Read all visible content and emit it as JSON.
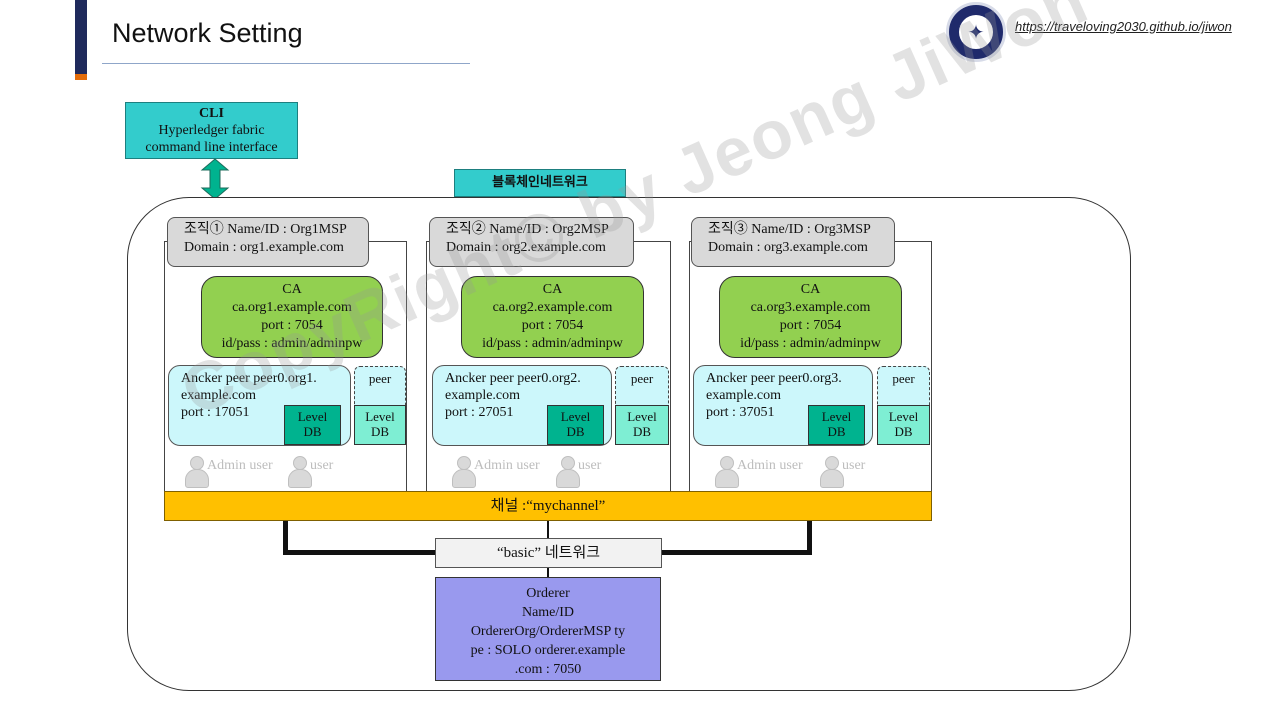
{
  "header": {
    "title": "Network Setting",
    "url": "https://traveloving2030.github.io/jiwon",
    "logo_icon": "university-seal-icon",
    "accent_color": "#1f2a5c",
    "accent_tip_color": "#e36c0a"
  },
  "cli": {
    "title": "CLI",
    "line1": "Hyperledger fabric",
    "line2": "command line interface"
  },
  "network_label": "블록체인네트워크",
  "orgs": [
    {
      "header_line1": "조직① Name/ID : Org1MSP",
      "header_line2": "Domain : org1.example.com",
      "ca": [
        "CA",
        "ca.org1.example.com",
        "port : 7054",
        "id/pass : admin/adminpw"
      ],
      "anchor": [
        "Ancker peer  peer0.org1.",
        "example.com",
        "port : 17051"
      ],
      "peer": "peer",
      "leveldb": [
        "Level",
        "DB"
      ],
      "users": [
        "Admin user",
        "user"
      ]
    },
    {
      "header_line1": "조직② Name/ID : Org2MSP",
      "header_line2": "Domain : org2.example.com",
      "ca": [
        "CA",
        "ca.org2.example.com",
        "port : 7054",
        "id/pass : admin/adminpw"
      ],
      "anchor": [
        "Ancker peer  peer0.org2.",
        "example.com",
        "port : 27051"
      ],
      "peer": "peer",
      "leveldb": [
        "Level",
        "DB"
      ],
      "users": [
        "Admin user",
        "user"
      ]
    },
    {
      "header_line1": "조직③ Name/ID : Org3MSP",
      "header_line2": "Domain : org3.example.com",
      "ca": [
        "CA",
        "ca.org3.example.com",
        "port : 7054",
        "id/pass : admin/adminpw"
      ],
      "anchor": [
        "Ancker peer  peer0.org3.",
        "example.com",
        "port : 37051"
      ],
      "peer": "peer",
      "leveldb": [
        "Level",
        "DB"
      ],
      "users": [
        "Admin user",
        "user"
      ]
    }
  ],
  "channel_label": "채널 :“mychannel”",
  "basic_label": "“basic” 네트워크",
  "orderer": [
    "Orderer",
    "Name/ID",
    "OrdererOrg/OrdererMSP  ty",
    "pe : SOLO  orderer.example",
    ".com : 7050"
  ],
  "watermark": "CopyRight© by Jeong JiWon",
  "colors": {
    "cli": "#33cccc",
    "ca": "#92d050",
    "peer": "#ccf7fb",
    "leveldb_dark": "#00b38f",
    "leveldb_light": "#7eeed3",
    "channel": "#ffc000",
    "orderer": "#9999ee",
    "org_header": "#d9d9d9"
  }
}
